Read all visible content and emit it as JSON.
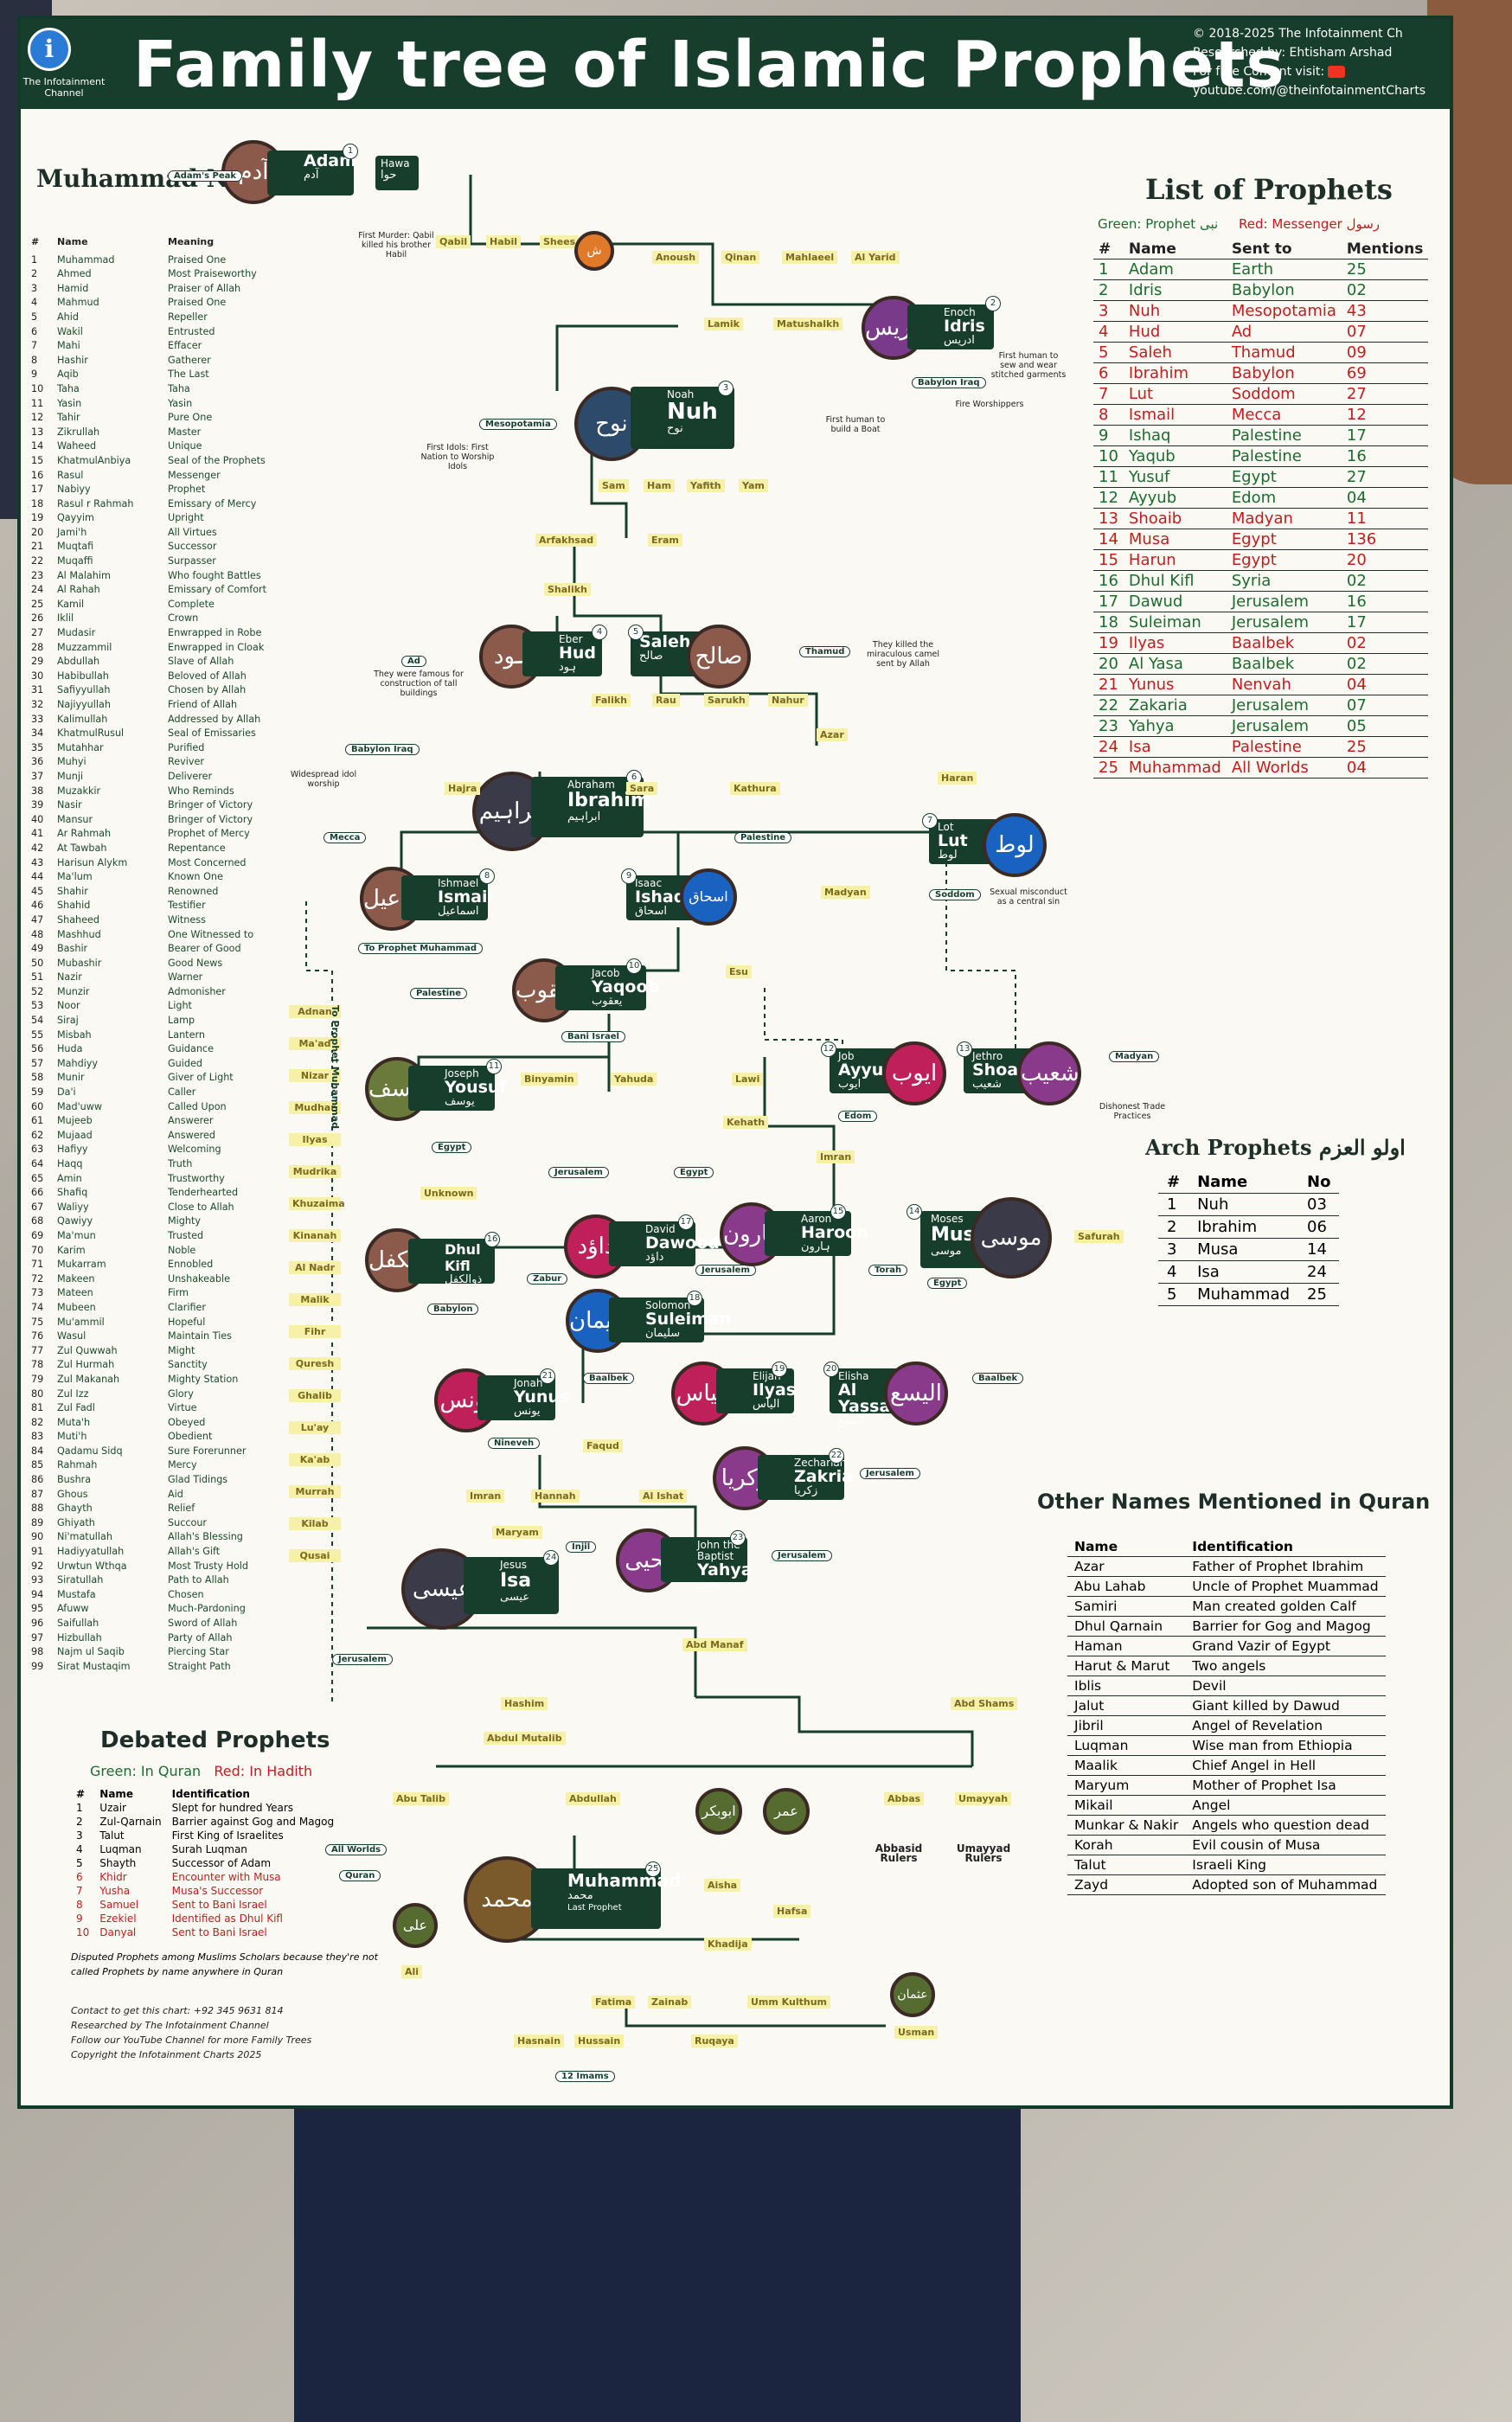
{
  "header": {
    "title": "Family tree of Islamic Prophets",
    "logo": "i",
    "channel": "The Infotainment Channel",
    "copyright": "© 2018-2025 The Infotainment Ch",
    "researcher": "Researched by: Ehtisham Arshad",
    "free": "For free Content visit:",
    "url": "youtube.com/@theinfotainmentCharts"
  },
  "names": {
    "title": "Muhammad Names",
    "hdr": [
      "#",
      "Name",
      "Meaning"
    ],
    "rows": [
      [
        "1",
        "Muhammad",
        "Praised One"
      ],
      [
        "2",
        "Ahmed",
        "Most Praiseworthy"
      ],
      [
        "3",
        "Hamid",
        "Praiser of Allah"
      ],
      [
        "4",
        "Mahmud",
        "Praised One"
      ],
      [
        "5",
        "Ahid",
        "Repeller"
      ],
      [
        "6",
        "Wakil",
        "Entrusted"
      ],
      [
        "7",
        "Mahi",
        "Effacer"
      ],
      [
        "8",
        "Hashir",
        "Gatherer"
      ],
      [
        "9",
        "Aqib",
        "The Last"
      ],
      [
        "10",
        "Taha",
        "Taha"
      ],
      [
        "11",
        "Yasin",
        "Yasin"
      ],
      [
        "12",
        "Tahir",
        "Pure One"
      ],
      [
        "13",
        "Zikrullah",
        "Master"
      ],
      [
        "14",
        "Waheed",
        "Unique"
      ],
      [
        "15",
        "KhatmulAnbiya",
        "Seal of the Prophets"
      ],
      [
        "16",
        "Rasul",
        "Messenger"
      ],
      [
        "17",
        "Nabiyy",
        "Prophet"
      ],
      [
        "18",
        "Rasul r Rahmah",
        "Emissary of Mercy"
      ],
      [
        "19",
        "Qayyim",
        "Upright"
      ],
      [
        "20",
        "Jami'h",
        "All Virtues"
      ],
      [
        "21",
        "Muqtafi",
        "Successor"
      ],
      [
        "22",
        "Muqaffi",
        "Surpasser"
      ],
      [
        "23",
        "Al Malahim",
        "Who fought Battles"
      ],
      [
        "24",
        "Al Rahah",
        "Emissary of Comfort"
      ],
      [
        "25",
        "Kamil",
        "Complete"
      ],
      [
        "26",
        "Iklil",
        "Crown"
      ],
      [
        "27",
        "Mudasir",
        "Enwrapped in Robe"
      ],
      [
        "28",
        "Muzzammil",
        "Enwrapped in Cloak"
      ],
      [
        "29",
        "Abdullah",
        "Slave of Allah"
      ],
      [
        "30",
        "Habibullah",
        "Beloved of Allah"
      ],
      [
        "31",
        "Safiyyullah",
        "Chosen by Allah"
      ],
      [
        "32",
        "Najiyyullah",
        "Friend of Allah"
      ],
      [
        "33",
        "Kalimullah",
        "Addressed by Allah"
      ],
      [
        "34",
        "KhatmulRusul",
        "Seal of Emissaries"
      ],
      [
        "35",
        "Mutahhar",
        "Purified"
      ],
      [
        "36",
        "Muhyi",
        "Reviver"
      ],
      [
        "37",
        "Munji",
        "Deliverer"
      ],
      [
        "38",
        "Muzakkir",
        "Who Reminds"
      ],
      [
        "39",
        "Nasir",
        "Bringer of Victory"
      ],
      [
        "40",
        "Mansur",
        "Bringer of Victory"
      ],
      [
        "41",
        "Ar Rahmah",
        "Prophet of Mercy"
      ],
      [
        "42",
        "At Tawbah",
        "Repentance"
      ],
      [
        "43",
        "Harisun Alykm",
        "Most Concerned"
      ],
      [
        "44",
        "Ma'lum",
        "Known One"
      ],
      [
        "45",
        "Shahir",
        "Renowned"
      ],
      [
        "46",
        "Shahid",
        "Testifier"
      ],
      [
        "47",
        "Shaheed",
        "Witness"
      ],
      [
        "48",
        "Mashhud",
        "One Witnessed to"
      ],
      [
        "49",
        "Bashir",
        "Bearer of Good"
      ],
      [
        "50",
        "Mubashir",
        "Good News"
      ],
      [
        "51",
        "Nazir",
        "Warner"
      ],
      [
        "52",
        "Munzir",
        "Admonisher"
      ],
      [
        "53",
        "Noor",
        "Light"
      ],
      [
        "54",
        "Siraj",
        "Lamp"
      ],
      [
        "55",
        "Misbah",
        "Lantern"
      ],
      [
        "56",
        "Huda",
        "Guidance"
      ],
      [
        "57",
        "Mahdiyy",
        "Guided"
      ],
      [
        "58",
        "Munir",
        "Giver of Light"
      ],
      [
        "59",
        "Da'i",
        "Caller"
      ],
      [
        "60",
        "Mad'uww",
        "Called Upon"
      ],
      [
        "61",
        "Mujeeb",
        "Answerer"
      ],
      [
        "62",
        "Mujaad",
        "Answered"
      ],
      [
        "63",
        "Hafiyy",
        "Welcoming"
      ],
      [
        "64",
        "Haqq",
        "Truth"
      ],
      [
        "65",
        "Amin",
        "Trustworthy"
      ],
      [
        "66",
        "Shafiq",
        "Tenderhearted"
      ],
      [
        "67",
        "Waliyy",
        "Close to Allah"
      ],
      [
        "68",
        "Qawiyy",
        "Mighty"
      ],
      [
        "69",
        "Ma'mun",
        "Trusted"
      ],
      [
        "70",
        "Karim",
        "Noble"
      ],
      [
        "71",
        "Mukarram",
        "Ennobled"
      ],
      [
        "72",
        "Makeen",
        "Unshakeable"
      ],
      [
        "73",
        "Mateen",
        "Firm"
      ],
      [
        "74",
        "Mubeen",
        "Clarifier"
      ],
      [
        "75",
        "Mu'ammil",
        "Hopeful"
      ],
      [
        "76",
        "Wasul",
        "Maintain Ties"
      ],
      [
        "77",
        "Zul Quwwah",
        "Might"
      ],
      [
        "78",
        "Zul Hurmah",
        "Sanctity"
      ],
      [
        "79",
        "Zul Makanah",
        "Mighty Station"
      ],
      [
        "80",
        "Zul Izz",
        "Glory"
      ],
      [
        "81",
        "Zul Fadl",
        "Virtue"
      ],
      [
        "82",
        "Muta'h",
        "Obeyed"
      ],
      [
        "83",
        "Muti'h",
        "Obedient"
      ],
      [
        "84",
        "Qadamu Sidq",
        "Sure Forerunner"
      ],
      [
        "85",
        "Rahmah",
        "Mercy"
      ],
      [
        "86",
        "Bushra",
        "Glad Tidings"
      ],
      [
        "87",
        "Ghous",
        "Aid"
      ],
      [
        "88",
        "Ghayth",
        "Relief"
      ],
      [
        "89",
        "Ghiyath",
        "Succour"
      ],
      [
        "90",
        "Ni'matullah",
        "Allah's Blessing"
      ],
      [
        "91",
        "Hadiyyatullah",
        "Allah's Gift"
      ],
      [
        "92",
        "Urwtun Wthqa",
        "Most Trusty Hold"
      ],
      [
        "93",
        "Siratullah",
        "Path to Allah"
      ],
      [
        "94",
        "Mustafa",
        "Chosen"
      ],
      [
        "95",
        "Afuww",
        "Much-Pardoning"
      ],
      [
        "96",
        "Saifullah",
        "Sword of Allah"
      ],
      [
        "97",
        "Hizbullah",
        "Party of Allah"
      ],
      [
        "98",
        "Najm ul Saqib",
        "Piercing Star"
      ],
      [
        "99",
        "Sirat Mustaqim",
        "Straight Path"
      ]
    ]
  },
  "list": {
    "title": "List of Prophets",
    "legend_g": "Green: Prophet نبی",
    "legend_r": "Red: Messenger رسول",
    "hdr": [
      "#",
      "Name",
      "Sent to",
      "Mentions"
    ],
    "rows": [
      [
        "1",
        "Adam",
        "Earth",
        "25",
        "g"
      ],
      [
        "2",
        "Idris",
        "Babylon",
        "02",
        "g"
      ],
      [
        "3",
        "Nuh",
        "Mesopotamia",
        "43",
        "r"
      ],
      [
        "4",
        "Hud",
        "Ad",
        "07",
        "r"
      ],
      [
        "5",
        "Saleh",
        "Thamud",
        "09",
        "r"
      ],
      [
        "6",
        "Ibrahim",
        "Babylon",
        "69",
        "r"
      ],
      [
        "7",
        "Lut",
        "Soddom",
        "27",
        "r"
      ],
      [
        "8",
        "Ismail",
        "Mecca",
        "12",
        "r"
      ],
      [
        "9",
        "Ishaq",
        "Palestine",
        "17",
        "g"
      ],
      [
        "10",
        "Yaqub",
        "Palestine",
        "16",
        "g"
      ],
      [
        "11",
        "Yusuf",
        "Egypt",
        "27",
        "g"
      ],
      [
        "12",
        "Ayyub",
        "Edom",
        "04",
        "g"
      ],
      [
        "13",
        "Shoaib",
        "Madyan",
        "11",
        "r"
      ],
      [
        "14",
        "Musa",
        "Egypt",
        "136",
        "r"
      ],
      [
        "15",
        "Harun",
        "Egypt",
        "20",
        "r"
      ],
      [
        "16",
        "Dhul Kifl",
        "Syria",
        "02",
        "g"
      ],
      [
        "17",
        "Dawud",
        "Jerusalem",
        "16",
        "g"
      ],
      [
        "18",
        "Suleiman",
        "Jerusalem",
        "17",
        "g"
      ],
      [
        "19",
        "Ilyas",
        "Baalbek",
        "02",
        "r"
      ],
      [
        "20",
        "Al Yasa",
        "Baalbek",
        "02",
        "g"
      ],
      [
        "21",
        "Yunus",
        "Nenvah",
        "04",
        "r"
      ],
      [
        "22",
        "Zakaria",
        "Jerusalem",
        "07",
        "g"
      ],
      [
        "23",
        "Yahya",
        "Jerusalem",
        "05",
        "g"
      ],
      [
        "24",
        "Isa",
        "Palestine",
        "25",
        "r"
      ],
      [
        "25",
        "Muhammad",
        "All Worlds",
        "04",
        "r"
      ]
    ]
  },
  "arch": {
    "title": "Arch Prophets",
    "title_ar": "اولو العزم",
    "hdr": [
      "#",
      "Name",
      "No"
    ],
    "rows": [
      [
        "1",
        "Nuh",
        "03"
      ],
      [
        "2",
        "Ibrahim",
        "06"
      ],
      [
        "3",
        "Musa",
        "14"
      ],
      [
        "4",
        "Isa",
        "24"
      ],
      [
        "5",
        "Muhammad",
        "25"
      ]
    ]
  },
  "other": {
    "title": "Other Names Mentioned in Quran",
    "hdr": [
      "Name",
      "Identification"
    ],
    "rows": [
      [
        "Azar",
        "Father of Prophet Ibrahim"
      ],
      [
        "Abu Lahab",
        "Uncle of Prophet Muammad"
      ],
      [
        "Samiri",
        "Man created golden Calf"
      ],
      [
        "Dhul Qarnain",
        "Barrier for Gog and Magog"
      ],
      [
        "Haman",
        "Grand Vazir of Egypt"
      ],
      [
        "Harut & Marut",
        "Two angels"
      ],
      [
        "Iblis",
        "Devil"
      ],
      [
        "Jalut",
        "Giant killed by Dawud"
      ],
      [
        "Jibril",
        "Angel of Revelation"
      ],
      [
        "Luqman",
        "Wise man from Ethiopia"
      ],
      [
        "Maalik",
        "Chief Angel in Hell"
      ],
      [
        "Maryum",
        "Mother of Prophet Isa"
      ],
      [
        "Mikail",
        "Angel"
      ],
      [
        "Munkar & Nakir",
        "Angels who question dead"
      ],
      [
        "Korah",
        "Evil cousin of Musa"
      ],
      [
        "Talut",
        "Israeli King"
      ],
      [
        "Zayd",
        "Adopted son of Muhammad"
      ]
    ]
  },
  "debated": {
    "title": "Debated Prophets",
    "legend_g": "Green: In Quran",
    "legend_r": "Red: In Hadith",
    "hdr": [
      "#",
      "Name",
      "Identification"
    ],
    "rows": [
      [
        "1",
        "Uzair",
        "Slept for hundred Years",
        "g"
      ],
      [
        "2",
        "Zul-Qarnain",
        "Barrier against Gog and Magog",
        "g"
      ],
      [
        "3",
        "Talut",
        "First King of Israelites",
        "g"
      ],
      [
        "4",
        "Luqman",
        "Surah Luqman",
        "g"
      ],
      [
        "5",
        "Shayth",
        "Successor of Adam",
        "g"
      ],
      [
        "6",
        "Khidr",
        "Encounter with Musa",
        "r"
      ],
      [
        "7",
        "Yusha",
        "Musa's Successor",
        "r"
      ],
      [
        "8",
        "Samuel",
        "Sent to Bani Israel",
        "r"
      ],
      [
        "9",
        "Ezekiel",
        "Identified as Dhul Kifl",
        "r"
      ],
      [
        "10",
        "Danyal",
        "Sent to Bani Israel",
        "r"
      ]
    ],
    "footnote": "Disputed Prophets among Muslims Scholars because they're not called Prophets by name anywhere in Quran"
  },
  "contact": [
    "Contact to get this chart: +92 345 9631 814",
    "Researched by The Infotainment Channel",
    "Follow our YouTube Channel for more Family Trees",
    "Copyright the Infotainment Charts 2025"
  ],
  "tree": {
    "adam": {
      "en": "",
      "nm": "Adam",
      "ar": "آدم",
      "no": "1"
    },
    "hawa": {
      "en": "",
      "nm": "Hawa",
      "ar": "حوا"
    },
    "idris": {
      "en": "Enoch",
      "nm": "Idris",
      "ar": "ادریس",
      "no": "2"
    },
    "noah": {
      "en": "Noah",
      "nm": "Nuh",
      "ar": "نوح",
      "no": "3"
    },
    "hud": {
      "en": "Eber",
      "nm": "Hud",
      "ar": "ہود",
      "no": "4"
    },
    "saleh": {
      "en": "",
      "nm": "Saleh",
      "ar": "صالح",
      "no": "5"
    },
    "ibrahim": {
      "en": "Abraham",
      "nm": "Ibrahim",
      "ar": "ابراہیم",
      "no": "6"
    },
    "lut": {
      "en": "Lot",
      "nm": "Lut",
      "ar": "لوط",
      "no": "7"
    },
    "ismail": {
      "en": "Ishmael",
      "nm": "Ismail",
      "ar": "اسماعیل",
      "no": "8"
    },
    "ishaq": {
      "en": "Isaac",
      "nm": "Ishaq",
      "ar": "اسحاق",
      "no": "9"
    },
    "yaqoob": {
      "en": "Jacob",
      "nm": "Yaqoob",
      "ar": "یعقوب",
      "no": "10"
    },
    "yousuf": {
      "en": "Joseph",
      "nm": "Yousuf",
      "ar": "یوسف",
      "no": "11"
    },
    "ayyub": {
      "en": "Job",
      "nm": "Ayyub",
      "ar": "ایوب",
      "no": "12"
    },
    "shoaib": {
      "en": "Jethro",
      "nm": "Shoaib",
      "ar": "شعیب",
      "no": "13"
    },
    "musa": {
      "en": "Moses",
      "nm": "Musa",
      "ar": "موسی",
      "no": "14"
    },
    "haroon": {
      "en": "Aaron",
      "nm": "Haroon",
      "ar": "ہارون",
      "no": "15"
    },
    "dhulkifl": {
      "en": "",
      "nm": "Dhul Kifl",
      "ar": "ذوالکفل",
      "no": "16"
    },
    "dawood": {
      "en": "David",
      "nm": "Dawood",
      "ar": "داؤد",
      "no": "17"
    },
    "suleiman": {
      "en": "Solomon",
      "nm": "Suleiman",
      "ar": "سلیمان",
      "no": "18"
    },
    "ilyas": {
      "en": "Elijah",
      "nm": "Ilyas",
      "ar": "الیاس",
      "no": "19"
    },
    "alyasa": {
      "en": "Elisha",
      "nm": "Al Yassa",
      "ar": "الیسع",
      "no": "20"
    },
    "yunus": {
      "en": "Jonah",
      "nm": "Yunus",
      "ar": "یونس",
      "no": "21"
    },
    "zakria": {
      "en": "Zechariah",
      "nm": "Zakria",
      "ar": "زکریا",
      "no": "22"
    },
    "yahya": {
      "en": "John the Baptist",
      "nm": "Yahya",
      "ar": "یحیی",
      "no": "23"
    },
    "isa": {
      "en": "Jesus",
      "nm": "Isa",
      "ar": "عیسی",
      "no": "24"
    },
    "muhammad": {
      "en": "",
      "nm": "Muhammad",
      "ar": "محمد",
      "sub": "Last Prophet",
      "no": "25"
    },
    "chain1": [
      "Anoush",
      "Qinan",
      "Mahlaeel",
      "Al Yarid"
    ],
    "sons_adam": [
      "Qabil",
      "Habil",
      "Shees"
    ],
    "chain2": [
      "Lamik",
      "Matushalkh"
    ],
    "sons_noah": [
      "Sam",
      "Ham",
      "Yafith",
      "Yam"
    ],
    "chain3": [
      "Arfakhsad",
      "Shalikh",
      "Eram"
    ],
    "chain4": [
      "Falikh",
      "Rau",
      "Sarukh",
      "Nahur",
      "Azar",
      "Haran"
    ],
    "ibr_rel": [
      "Hajra",
      "Sara",
      "Kathura",
      "Madyan"
    ],
    "misc": [
      "Esu",
      "Binyamin",
      "Yahuda",
      "Lawi",
      "Kehath",
      "Imran",
      "Faqud",
      "Imran",
      "Hannah",
      "Maryam",
      "Al Ishat",
      "Abd Manaf",
      "Hashim",
      "Abd Shams",
      "Abdul Mutalib",
      "Umayyah",
      "Abu Talib",
      "Abdullah",
      "Abbas",
      "Aisha",
      "Hafsa",
      "Khadija",
      "Fatima",
      "Zainab",
      "Umm Kulthum",
      "Ruqaya",
      "Hasnain",
      "Hussain",
      "Ali",
      "Usman",
      "12 Imams",
      "Abbasid Rulers",
      "Umayyad Rulers"
    ],
    "vchain": [
      "Adnan",
      "Ma'ad",
      "Nizar",
      "Mudhar",
      "Ilyas",
      "Mudrika",
      "Khuzaima",
      "Kinanah",
      "Al Nadr",
      "Malik",
      "Fihr",
      "Quresh",
      "Ghalib",
      "Lu'ay",
      "Ka'ab",
      "Murrah",
      "Kilab",
      "Qusai"
    ],
    "vchain_label": "To Prophet Muhammad",
    "tags": [
      "Adam's Peak",
      "Mesopotamia",
      "Babylon Iraq",
      "Ad",
      "Thamud",
      "Babylon Iraq",
      "Mecca",
      "Palestine",
      "Soddom",
      "To Prophet Muhammad",
      "Palestine",
      "Bani Israel",
      "Egypt",
      "Edom",
      "Madyan",
      "Jerusalem",
      "Egypt",
      "Unknown",
      "Babylon",
      "Jerusalem",
      "Baalbek",
      "Baalbek",
      "Nineveh",
      "Jerusalem",
      "Jerusalem",
      "Injil",
      "Quran",
      "All Worlds",
      "Zabur",
      "Torah"
    ],
    "notes": [
      "First Murder: Qabil killed his brother Habil",
      "First human to sew and wear stitched garments",
      "First human to build a Boat",
      "Fire Worshippers",
      "First Idols: First Nation to Worship Idols",
      "They were famous for construction of tall buildings",
      "They killed the miraculous camel sent by Allah",
      "Widespread idol worship",
      "Sexual misconduct as a central sin",
      "Dishonest Trade Practices",
      "Safurah",
      "Sara",
      "Azar"
    ]
  }
}
